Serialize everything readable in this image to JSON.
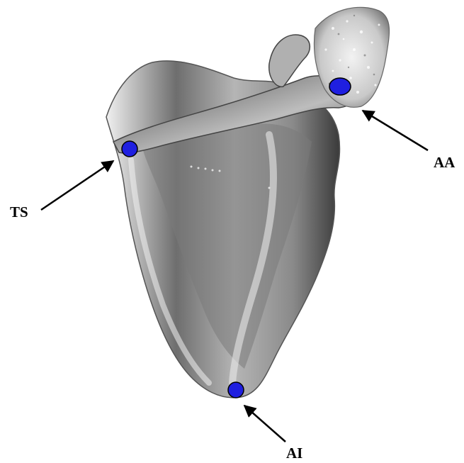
{
  "labels": {
    "ts": "TS",
    "aa": "AA",
    "ai": "AI"
  },
  "colors": {
    "landmark_fill": "#1f1fe0",
    "landmark_stroke": "#000000",
    "arrow": "#000000",
    "bone_light": "#e6e6e6",
    "bone_mid": "#9a9a9a",
    "bone_dark": "#3c3c3c"
  }
}
